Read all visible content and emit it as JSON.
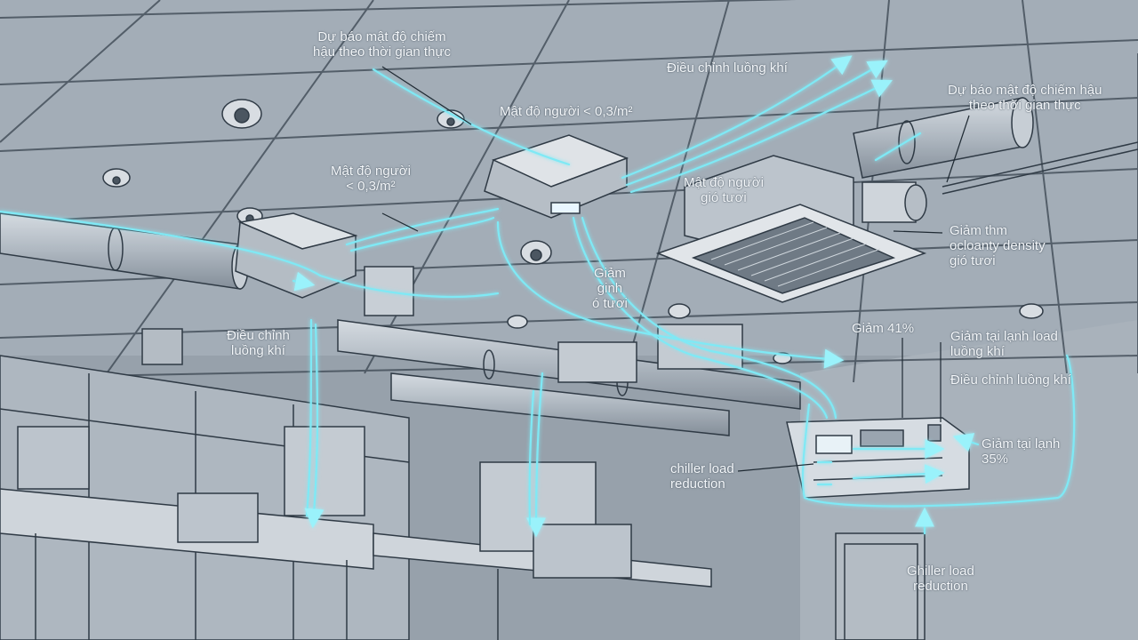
{
  "colors": {
    "background": "#8f9aa6",
    "ceiling": "#a4aeb8",
    "line": "#2f3a45",
    "airflow": "#7fe9f5",
    "label": "#f4f7fa"
  },
  "labels": {
    "forecast_top_left": "Dự báo mật độ chiếm\nhậu theo thời gian thực",
    "airflow_adjust_top": "Điều chỉnh luồng khí",
    "forecast_top_right": "Dự báo mật độ chiếm hậu\ntheo thời gian thực",
    "density_top": "Mật độ người < 0,3/m²",
    "density_left": "Mật độ người\n< 0,3/m²",
    "density_fresh_air": "Mật độ người\ngió tươi",
    "reduce_density_fresh": "Giảm thm\nocloanty density\ngió tươi",
    "reduce_fresh_mid": "Giảm\nginh\nó tươi",
    "airflow_adjust_left": "Điều chỉnh\nluồng khí",
    "reduce_41": "Giảm 41%",
    "reduce_cooling_load": "Giảm tại lạnh load\nluồng khí",
    "airflow_adjust_right": "Điều chỉnh luồng khí",
    "reduce_cooling_35": "Giảm tại lạnh\n35%",
    "chiller_load_reduction": "chiller load\nreduction",
    "chiller_load_reduction_bottom": "Ghiller load\nreduction"
  }
}
